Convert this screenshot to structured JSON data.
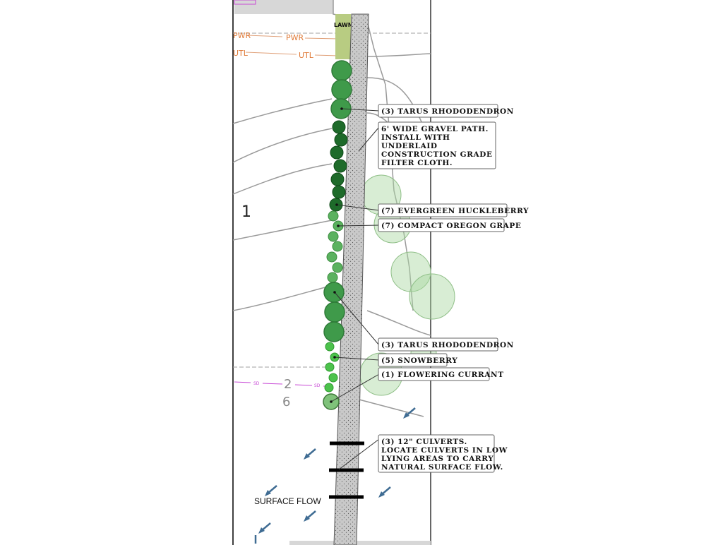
{
  "labels": {
    "lawn": "LAWN",
    "pwr": "PWR",
    "utl": "UTL",
    "sd": "SD",
    "lot_1": "1",
    "lot_2": "2",
    "lot_6": "6",
    "surface_flow": "SURFACE FLOW"
  },
  "callouts": {
    "tarus_top": "(3) TARUS RHODODENDRON",
    "gravel_path": [
      "6' WIDE GRAVEL PATH.",
      "INSTALL WITH",
      "UNDERLAID",
      "CONSTRUCTION GRADE",
      "FILTER CLOTH."
    ],
    "huckleberry": "(7) EVERGREEN HUCKLEBERRY",
    "oregon_grape": "(7) COMPACT OREGON GRAPE",
    "tarus_bottom": "(3) TARUS RHODODENDRON",
    "snowberry": "(5) SNOWBERRY",
    "currant": "(1) FLOWERING CURRANT",
    "culverts": [
      "(3) 12\" CULVERTS.",
      "LOCATE CULVERTS IN LOW",
      "LYING AREAS TO CARRY",
      "NATURAL SURFACE FLOW."
    ]
  },
  "colors": {
    "path_fill": "#c9c9c9",
    "rhododendron": "#3f9a4a",
    "huckleberry": "#1e6b2a",
    "oregon_grape": "#5bb25f",
    "snowberry": "#4cc24c",
    "currant": "#7fc27a",
    "flow_arrow": "#3f6c93",
    "utility_line": "#e07b39",
    "storm_drain": "#c84ad6"
  }
}
